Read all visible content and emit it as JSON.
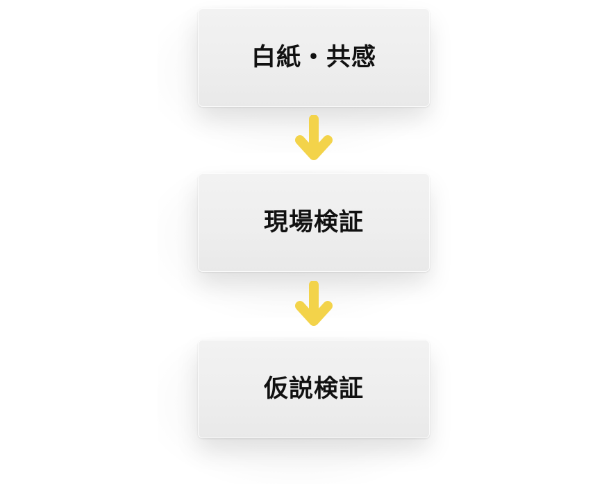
{
  "colors": {
    "card_bg": "#eeeeee",
    "label": "#111111",
    "arrow": "#f3d34a"
  },
  "steps": [
    {
      "label": "白紙・共感"
    },
    {
      "label": "現場検証"
    },
    {
      "label": "仮説検証"
    }
  ],
  "connectors": [
    {
      "icon": "arrow-down-icon",
      "from": 0,
      "to": 1
    },
    {
      "icon": "arrow-down-icon",
      "from": 1,
      "to": 2
    }
  ]
}
